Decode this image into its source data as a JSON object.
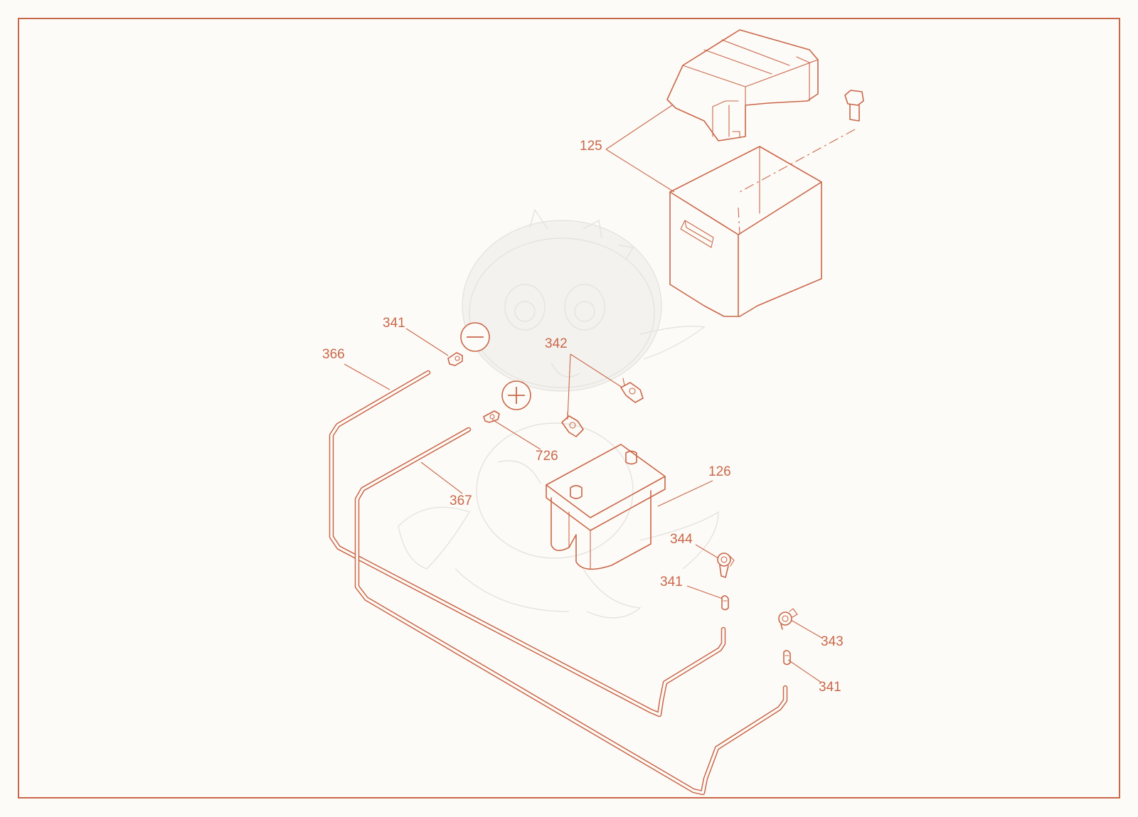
{
  "diagram": {
    "frame_color": "#c9674a",
    "background_color": "#fdfbf7",
    "symbols": {
      "negative": "minus-symbol-icon",
      "positive": "plus-symbol-icon"
    },
    "callouts": {
      "battery_box": "125",
      "battery": "126",
      "negative_terminal_lug": "341",
      "battery_clamps": "342",
      "elbow_right": "343",
      "elbow_left": "344",
      "fitting_left": "341",
      "fitting_right": "341",
      "negative_cable": "366",
      "positive_cable": "367",
      "positive_terminal_lug": "726"
    }
  }
}
